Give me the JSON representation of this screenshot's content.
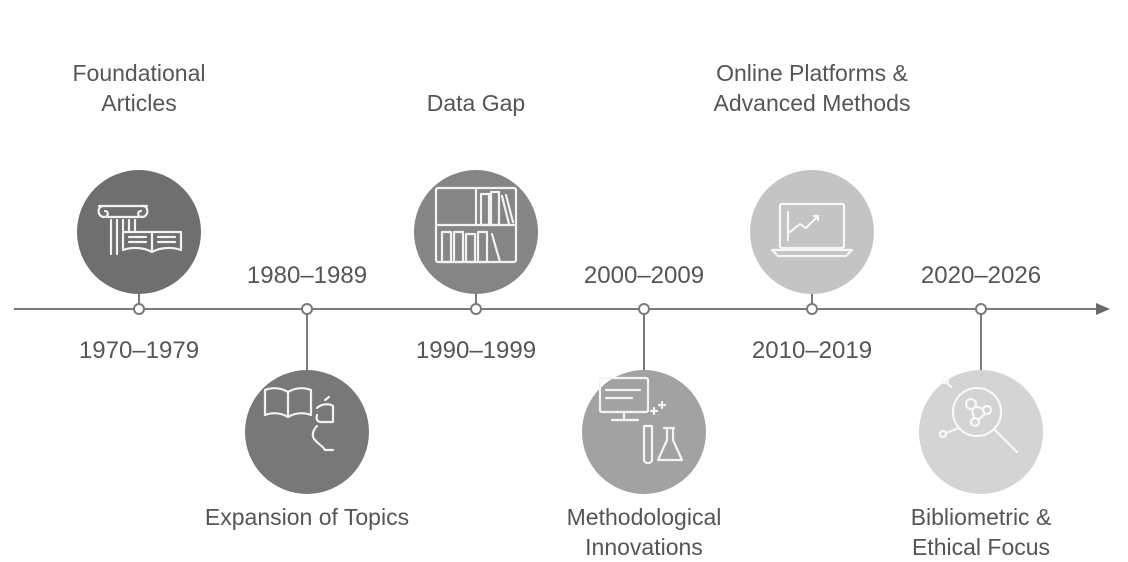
{
  "timeline": {
    "events": [
      {
        "period": "1970–1979",
        "title_lines": [
          "Foundational",
          "Articles"
        ],
        "icon": "library-book-icon",
        "position": "above",
        "color": "#6f6f6f"
      },
      {
        "period": "1980–1989",
        "title_lines": [
          "Expansion of Topics"
        ],
        "icon": "book-speech-icon",
        "position": "below",
        "color": "#787878"
      },
      {
        "period": "1990–1999",
        "title_lines": [
          "Data Gap"
        ],
        "icon": "bookshelf-icon",
        "position": "above",
        "color": "#858585"
      },
      {
        "period": "2000–2009",
        "title_lines": [
          "Methodological",
          "Innovations"
        ],
        "icon": "computer-flask-icon",
        "position": "below",
        "color": "#a2a2a2"
      },
      {
        "period": "2010–2019",
        "title_lines": [
          "Online Platforms &",
          "Advanced Methods"
        ],
        "icon": "laptop-chart-icon",
        "position": "above",
        "color": "#c4c4c4"
      },
      {
        "period": "2020–2026",
        "title_lines": [
          "Bibliometric &",
          "Ethical Focus"
        ],
        "icon": "magnifier-network-icon",
        "position": "below",
        "color": "#d4d4d4"
      }
    ]
  }
}
